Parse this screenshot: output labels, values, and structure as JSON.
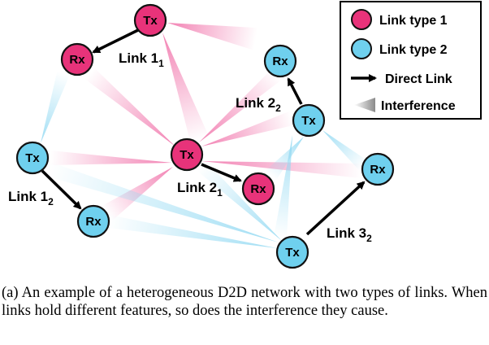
{
  "colors": {
    "link_type_1": "#e8337a",
    "link_type_2": "#6fd0ee",
    "node_stroke": "#111111",
    "interference_1": "#f06ca6",
    "interference_2": "#8fd8f2"
  },
  "legend": {
    "link_type_1": "Link type 1",
    "link_type_2": "Link type 2",
    "direct_link": "Direct Link",
    "interference": "Interference"
  },
  "nodes": [
    {
      "id": "tx11",
      "label": "Tx",
      "type": 1
    },
    {
      "id": "rx11",
      "label": "Rx",
      "type": 1
    },
    {
      "id": "tx21",
      "label": "Tx",
      "type": 1
    },
    {
      "id": "rx21",
      "label": "Rx",
      "type": 1
    },
    {
      "id": "tx12",
      "label": "Tx",
      "type": 2
    },
    {
      "id": "rx12",
      "label": "Rx",
      "type": 2
    },
    {
      "id": "tx22",
      "label": "Tx",
      "type": 2
    },
    {
      "id": "rx22",
      "label": "Rx",
      "type": 2
    },
    {
      "id": "tx32",
      "label": "Tx",
      "type": 2
    },
    {
      "id": "rx32",
      "label": "Rx",
      "type": 2
    }
  ],
  "links": [
    {
      "name": "Link 1",
      "sub": "1"
    },
    {
      "name": "Link 2",
      "sub": "1"
    },
    {
      "name": "Link 1",
      "sub": "2"
    },
    {
      "name": "Link 2",
      "sub": "2"
    },
    {
      "name": "Link 3",
      "sub": "2"
    }
  ],
  "caption": "(a) An example of a heterogeneous D2D network with two types of links. When links hold different features, so does the interference they cause."
}
